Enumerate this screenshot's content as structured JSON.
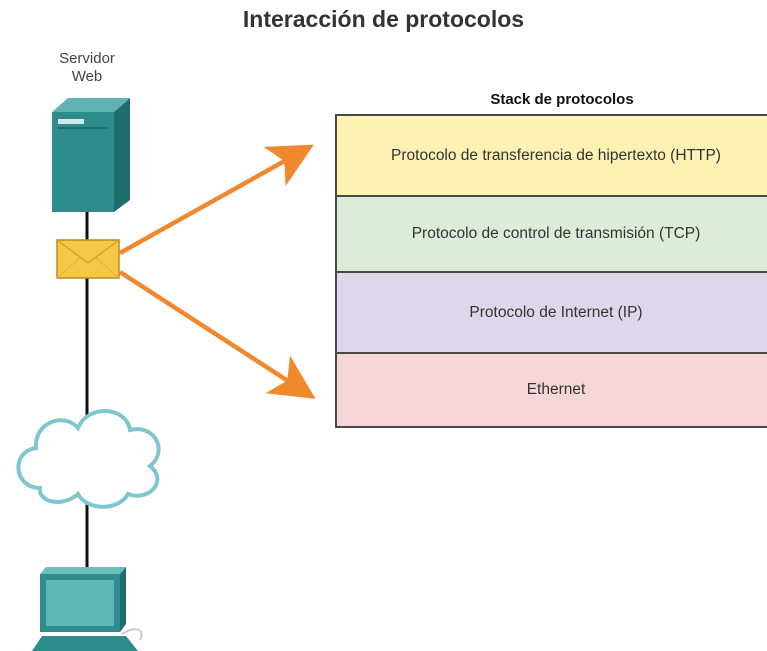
{
  "title": "Interacción de protocolos",
  "server": {
    "label_line1": "Servidor",
    "label_line2": "Web",
    "icon": "server-icon"
  },
  "stack": {
    "title": "Stack de protocolos",
    "layers": [
      {
        "label": "Protocolo de transferencia de hipertexto (HTTP)",
        "color": "#fdf2b3"
      },
      {
        "label": "Protocolo de control de transmisión (TCP)",
        "color": "#dcecd9"
      },
      {
        "label": "Protocolo de Internet (IP)",
        "color": "#ded7ea"
      },
      {
        "label": "Ethernet",
        "color": "#f7d5d7"
      }
    ]
  },
  "colors": {
    "arrow": "#f0892e",
    "device_teal": "#2e8c8c",
    "envelope": "#f6c845",
    "cloud_stroke": "#7fc7cd"
  },
  "icons": [
    "server-icon",
    "envelope-icon",
    "cloud-icon",
    "computer-icon",
    "arrow-up-right",
    "arrow-down-right"
  ]
}
